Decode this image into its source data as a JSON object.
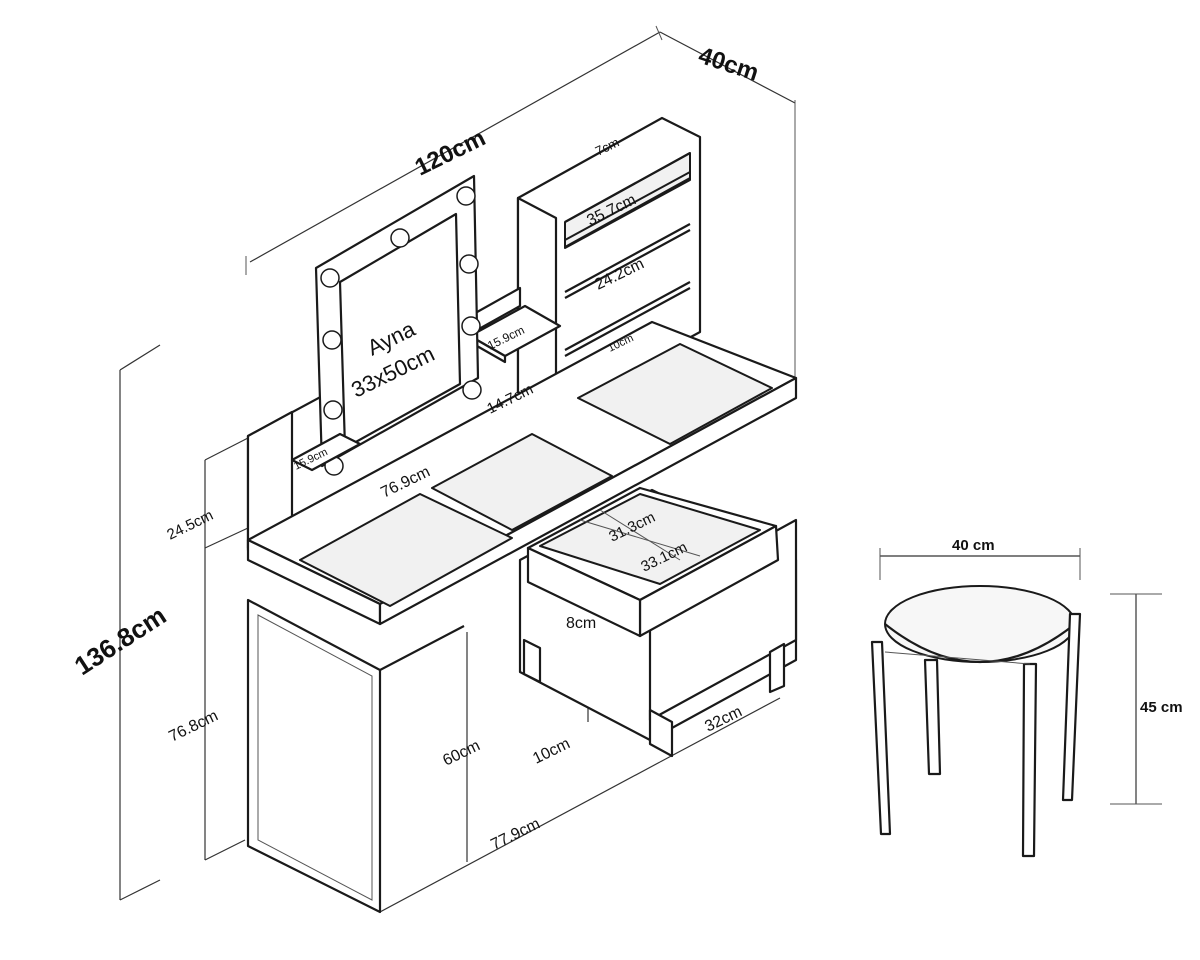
{
  "vanity": {
    "overall": {
      "width": "120cm",
      "depth": "40cm",
      "height": "136.8cm"
    },
    "mirror": {
      "name": "Ayna",
      "size": "33x50cm"
    },
    "shelves": {
      "top_gap": "7cm",
      "width": "35.7cm",
      "mid_gap": "24.2cm",
      "bottom_gap": "10cm",
      "small_depth_right": "15.9cm",
      "small_depth_left": "15.9cm",
      "riser_height": "14.7cm"
    },
    "upper": {
      "inner_width": "76.9cm",
      "height": "24.5cm"
    },
    "drawer": {
      "depth": "31.3cm",
      "width": "33.1cm",
      "height": "8cm"
    },
    "lower": {
      "height": "76.8cm",
      "knee_height": "60cm",
      "leg_height": "10cm",
      "cabinet_width": "32cm",
      "desk_width": "77.9cm"
    }
  },
  "stool": {
    "width": "40 cm",
    "height": "45 cm"
  }
}
